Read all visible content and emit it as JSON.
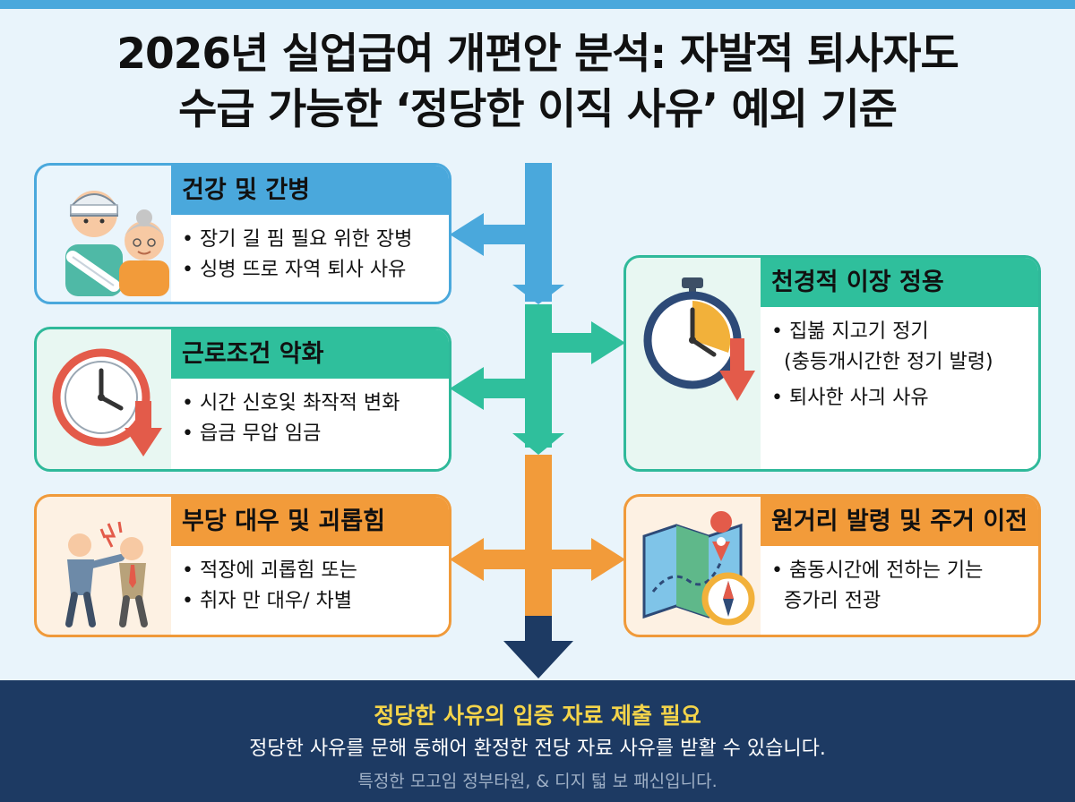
{
  "title": {
    "line1": "2026년 실업급여 개편안 분석: 자발적 퇴사자도",
    "line2": "수급 가능한 ‘정당한 이직 사유’ 예외 기준"
  },
  "cards": {
    "health": {
      "heading": "건강 및 간병",
      "items": [
        "• 장기 길 핌 필요 위한 장병",
        "• 싱병 뜨로 자역 퇴사 사유"
      ],
      "icon": "patient-caregiver-icon"
    },
    "work": {
      "heading": "근로조건 악화",
      "items": [
        "• 시간 신호잋 촤작적 변화",
        "• 읍금 무압 임금"
      ],
      "icon": "clock-down-arrow-icon"
    },
    "harass": {
      "heading": "부당 대우 및 괴롭힘",
      "items": [
        "• 적장에 괴롭힘 또는",
        "• 취자 만 대우/ 차별"
      ],
      "icon": "workplace-conflict-icon"
    },
    "transfer": {
      "heading": "천경적 이장 정용",
      "items": [
        "• 집볾 지고기 정기",
        "(충등개시간한 정기 발령)",
        "• 퇴사한 사긔 사유"
      ],
      "icon": "stopwatch-down-arrow-icon"
    },
    "relocate": {
      "heading": "원거리 발령 및 주거 이전",
      "items": [
        "• 춤동시간에 전하는 기는",
        "증가리 전광"
      ],
      "icon": "map-compass-icon"
    }
  },
  "footer": {
    "headline": "정당한 사유의 입증 자료 제출 필요",
    "body": "정당한 사유를 문해 동해어 환정한 전당 자료 사유를 받활 수 있습니다.",
    "note": "특정한 모고임 정부타원, & 디지 턻 보 패신입니다."
  },
  "colors": {
    "blue": "#4aa8dc",
    "green": "#2fbf9c",
    "orange": "#f29b3a",
    "navy": "#1d3a63",
    "footer_headline": "#f4d44a"
  }
}
